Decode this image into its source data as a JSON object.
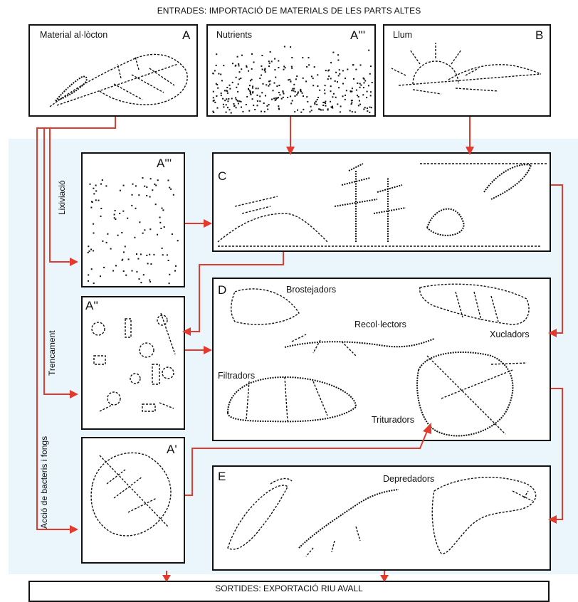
{
  "inputs_title": "ENTRADES: IMPORTACIÓ DE MATERIALS DE LES PARTS ALTES",
  "outputs_title": "SORTIDES: EXPORTACIÓ RIU AVALL",
  "boxes": {
    "allochthonous": {
      "label": "Material al·lòcton",
      "letter": "A"
    },
    "nutrients": {
      "label": "Nutrients",
      "letter": "A'''"
    },
    "light": {
      "label": "Llum",
      "letter": "B"
    },
    "dissolved": {
      "letter": "A'''"
    },
    "fragments": {
      "letter": "A''"
    },
    "leaf": {
      "letter": "A'"
    },
    "producers": {
      "letter": "C"
    },
    "consumers": {
      "letter": "D",
      "groups": {
        "grazers": "Brostejadors",
        "collectors": "Recol·lectors",
        "suckers": "Xucladors",
        "filterers": "Filtradors",
        "shredders": "Trituradors"
      }
    },
    "predators": {
      "letter": "E",
      "label": "Depredadors"
    }
  },
  "process_labels": {
    "leaching": "Lixiviació",
    "breakdown": "Trencament",
    "microbial": "Acció de bacteris i fongs"
  },
  "colors": {
    "arrow": "#e23b2e",
    "band": "#eaf5fc"
  }
}
